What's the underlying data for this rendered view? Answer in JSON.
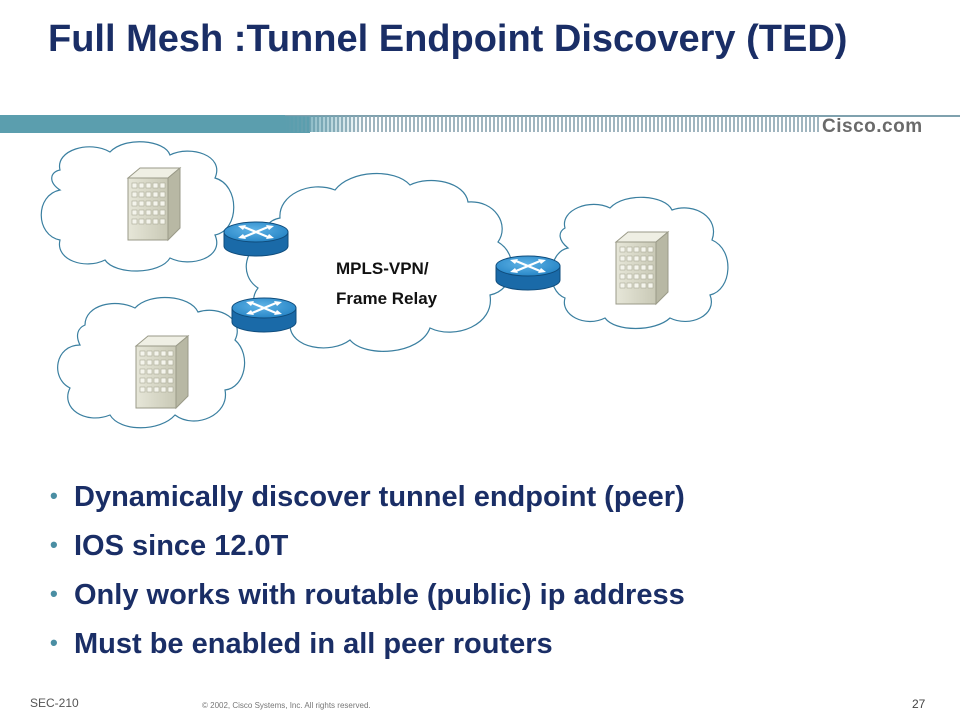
{
  "title": "Full Mesh :Tunnel Endpoint Discovery (TED)",
  "logo_text": "Cisco.com",
  "diagram": {
    "cloud_label_line1": "MPLS-VPN/",
    "cloud_label_line2": "Frame Relay"
  },
  "bullets": [
    "Dynamically discover tunnel endpoint  (peer)",
    "IOS since 12.0T",
    "Only works with routable (public) ip address",
    "Must be enabled in all peer routers"
  ],
  "footer": {
    "session_code": "SEC-210",
    "copyright": "© 2002, Cisco Systems, Inc. All rights reserved.",
    "page_number": "27"
  },
  "colors": {
    "title": "#1a2e66",
    "accent_band": "#5b9eae",
    "router_blue": "#2a8ccf",
    "building": "#d8d8c8"
  }
}
